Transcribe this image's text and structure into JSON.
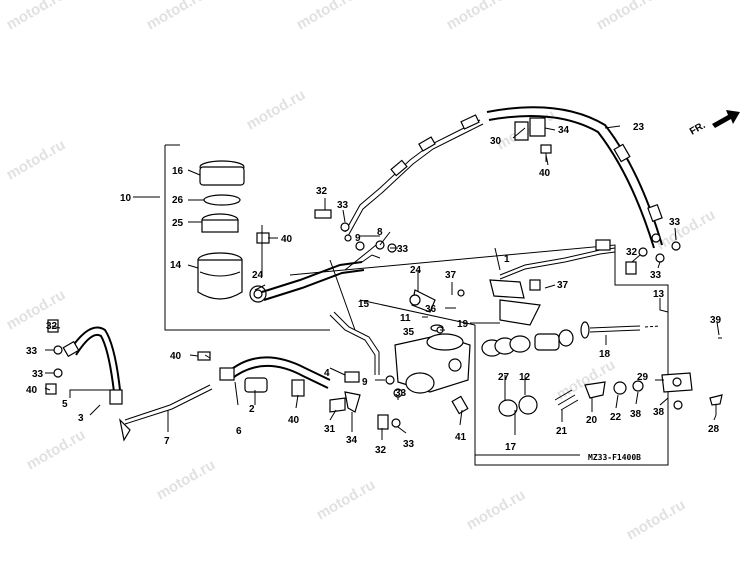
{
  "watermark": "motod.ru",
  "diagram_code": "MZ33-F1400B",
  "front_indicator": "FR.",
  "callouts": [
    {
      "id": "c1",
      "text": "1"
    },
    {
      "id": "c2",
      "text": "2"
    },
    {
      "id": "c3",
      "text": "3"
    },
    {
      "id": "c4",
      "text": "4"
    },
    {
      "id": "c5",
      "text": "5"
    },
    {
      "id": "c6",
      "text": "6"
    },
    {
      "id": "c7",
      "text": "7"
    },
    {
      "id": "c8",
      "text": "8"
    },
    {
      "id": "c9a",
      "text": "9"
    },
    {
      "id": "c9b",
      "text": "9"
    },
    {
      "id": "c10",
      "text": "10"
    },
    {
      "id": "c11",
      "text": "11"
    },
    {
      "id": "c12",
      "text": "12"
    },
    {
      "id": "c13",
      "text": "13"
    },
    {
      "id": "c14",
      "text": "14"
    },
    {
      "id": "c15",
      "text": "15"
    },
    {
      "id": "c16",
      "text": "16"
    },
    {
      "id": "c17",
      "text": "17"
    },
    {
      "id": "c18",
      "text": "18"
    },
    {
      "id": "c19",
      "text": "19"
    },
    {
      "id": "c20",
      "text": "20"
    },
    {
      "id": "c21",
      "text": "21"
    },
    {
      "id": "c22",
      "text": "22"
    },
    {
      "id": "c23",
      "text": "23"
    },
    {
      "id": "c24a",
      "text": "24"
    },
    {
      "id": "c24b",
      "text": "24"
    },
    {
      "id": "c25",
      "text": "25"
    },
    {
      "id": "c26",
      "text": "26"
    },
    {
      "id": "c27",
      "text": "27"
    },
    {
      "id": "c28",
      "text": "28"
    },
    {
      "id": "c29",
      "text": "29"
    },
    {
      "id": "c30",
      "text": "30"
    },
    {
      "id": "c31",
      "text": "31"
    },
    {
      "id": "c32a",
      "text": "32"
    },
    {
      "id": "c32b",
      "text": "32"
    },
    {
      "id": "c32c",
      "text": "32"
    },
    {
      "id": "c32d",
      "text": "32"
    },
    {
      "id": "c33a",
      "text": "33"
    },
    {
      "id": "c33b",
      "text": "33"
    },
    {
      "id": "c33c",
      "text": "33"
    },
    {
      "id": "c33d",
      "text": "33"
    },
    {
      "id": "c33e",
      "text": "33"
    },
    {
      "id": "c33f",
      "text": "33"
    },
    {
      "id": "c33g",
      "text": "33"
    },
    {
      "id": "c33h",
      "text": "33"
    },
    {
      "id": "c34a",
      "text": "34"
    },
    {
      "id": "c34b",
      "text": "34"
    },
    {
      "id": "c35",
      "text": "35"
    },
    {
      "id": "c36",
      "text": "36"
    },
    {
      "id": "c37a",
      "text": "37"
    },
    {
      "id": "c37b",
      "text": "37"
    },
    {
      "id": "c38a",
      "text": "38"
    },
    {
      "id": "c38b",
      "text": "38"
    },
    {
      "id": "c39",
      "text": "39"
    },
    {
      "id": "c40a",
      "text": "40"
    },
    {
      "id": "c40b",
      "text": "40"
    },
    {
      "id": "c40c",
      "text": "40"
    },
    {
      "id": "c40d",
      "text": "40"
    },
    {
      "id": "c40e",
      "text": "40"
    },
    {
      "id": "c41",
      "text": "41"
    }
  ]
}
